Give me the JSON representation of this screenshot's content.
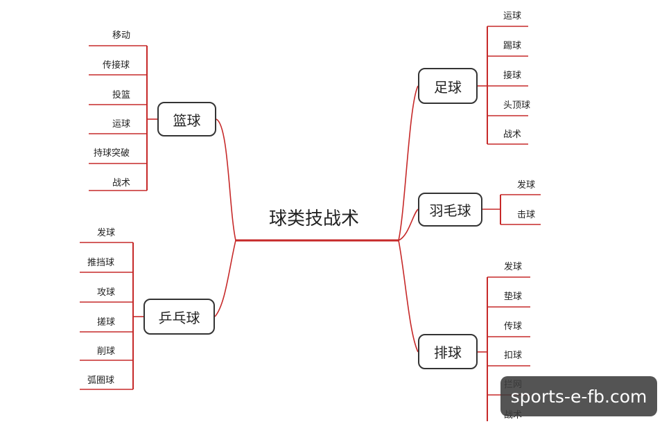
{
  "diagram": {
    "center": "球类技战术",
    "line_color": "#c62828",
    "branches": {
      "basketball": {
        "label": "篮球",
        "items": [
          "移动",
          "传接球",
          "投篮",
          "运球",
          "持球突破",
          "战术"
        ]
      },
      "pingpong": {
        "label": "乒乓球",
        "items": [
          "发球",
          "推挡球",
          "攻球",
          "搓球",
          "削球",
          "弧圈球"
        ]
      },
      "football": {
        "label": "足球",
        "items": [
          "运球",
          "踢球",
          "接球",
          "头顶球",
          "战术"
        ]
      },
      "badminton": {
        "label": "羽毛球",
        "items": [
          "发球",
          "击球"
        ]
      },
      "volleyball": {
        "label": "排球",
        "items": [
          "发球",
          "垫球",
          "传球",
          "扣球",
          "拦网",
          "战术"
        ]
      }
    }
  },
  "watermark": {
    "text": "sports-e-fb.com"
  }
}
